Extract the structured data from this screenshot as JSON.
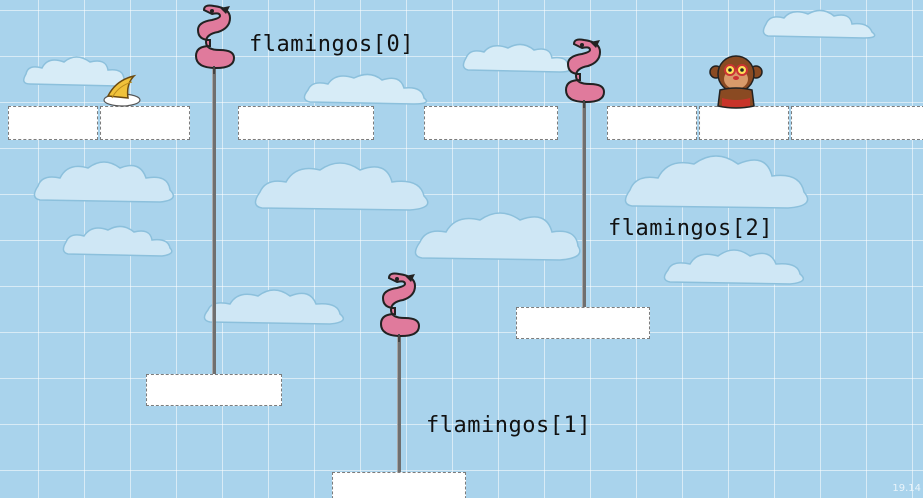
{
  "level": {
    "labels": [
      "flamingos[0]",
      "flamingos[1]",
      "flamingos[2]"
    ],
    "counter": "19.14"
  },
  "sprites": {
    "player": "monkey-character",
    "goal": "banana-bunch",
    "enemies": [
      "flamingo",
      "flamingo",
      "flamingo"
    ]
  },
  "colors": {
    "sky": "#a9d3ec",
    "flamingo": "#e07a9c",
    "monkey": "#8a4a22",
    "banana": "#f0c23a"
  }
}
